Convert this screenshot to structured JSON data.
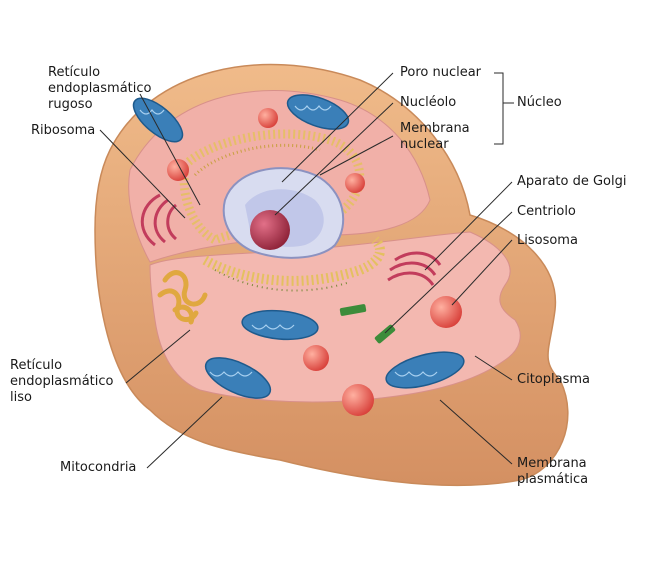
{
  "labels": {
    "reticulo_rugoso": "Retículo\nendoplasmático\nrugoso",
    "ribosoma": "Ribosoma",
    "poro_nuclear": "Poro nuclear",
    "nucleolo": "Nucléolo",
    "membrana_nuclear": "Membrana\nnuclear",
    "nucleo": "Núcleo",
    "aparato_golgi": "Aparato de Golgi",
    "centriolo": "Centriolo",
    "lisosoma": "Lisosoma",
    "reticulo_liso": "Retículo\nendoplasmático\nliso",
    "citoplasma": "Citoplasma",
    "mitocondria": "Mitocondria",
    "membrana_plasmatica": "Membrana\nplasmática"
  },
  "colors": {
    "membrane_outer": "#e6a876",
    "membrane_dark": "#c98a5a",
    "cytoplasm": "#f3b8b0",
    "mitochondria": "#3a7fb8",
    "lysosome": "#e8504a",
    "golgi": "#c23c5c",
    "nucleus": "#d8dcf0",
    "nucleolus": "#b0304a",
    "er_rough": "#e4c060",
    "centriole": "#3c8c3a"
  }
}
